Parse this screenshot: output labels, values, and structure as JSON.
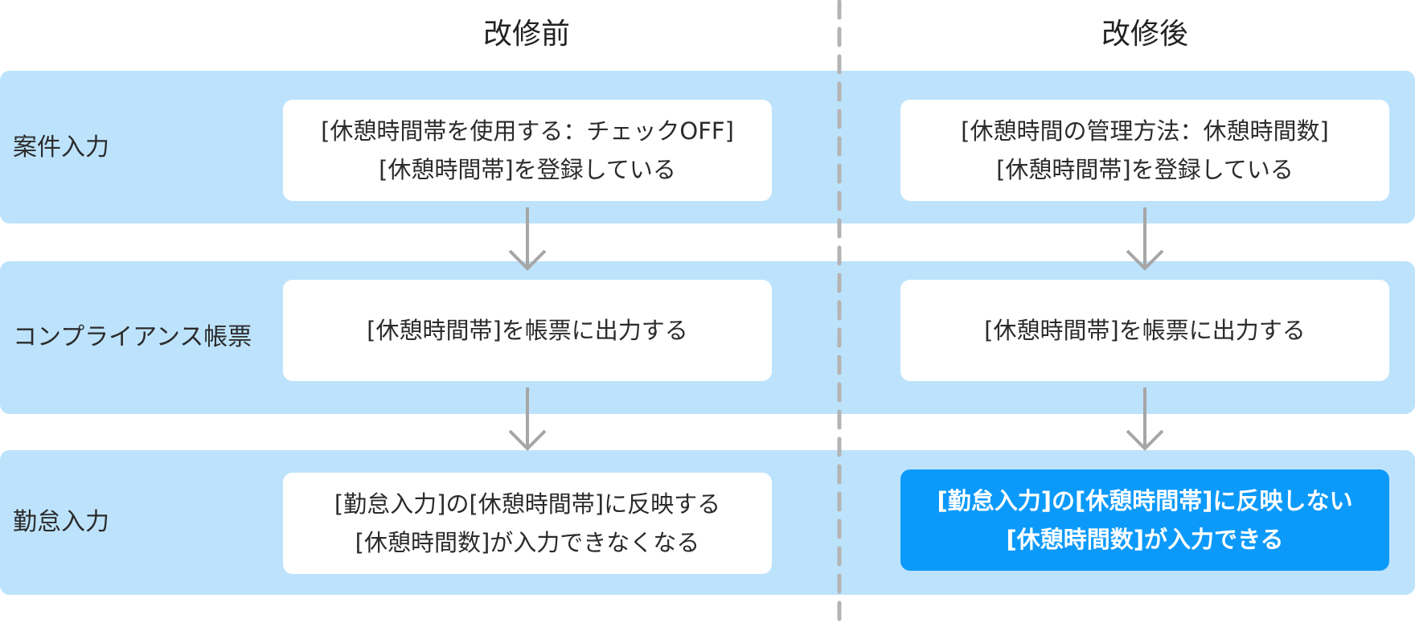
{
  "columns": {
    "before": "改修前",
    "after": "改修後"
  },
  "rows": [
    {
      "label": "案件入力",
      "before": [
        "[休憩時間帯を使用する：チェックOFF]",
        "[休憩時間帯]を登録している"
      ],
      "after": [
        "[休憩時間の管理方法：休憩時間数]",
        "[休憩時間帯]を登録している"
      ]
    },
    {
      "label": "コンプライアンス帳票",
      "before": [
        "[休憩時間帯]を帳票に出力する"
      ],
      "after": [
        "[休憩時間帯]を帳票に出力する"
      ]
    },
    {
      "label": "勤怠入力",
      "before": [
        "[勤怠入力]の[休憩時間帯]に反映する",
        "[休憩時間数]が入力できなくなる"
      ],
      "after": [
        "[勤怠入力]の[休憩時間帯]に反映しない",
        "[休憩時間数]が入力できる"
      ]
    }
  ],
  "colors": {
    "band": "#bde3fc",
    "box": "#ffffff",
    "highlight": "#0c9afa",
    "arrow": "#a6a6a6",
    "divider": "#b3b3b3"
  }
}
